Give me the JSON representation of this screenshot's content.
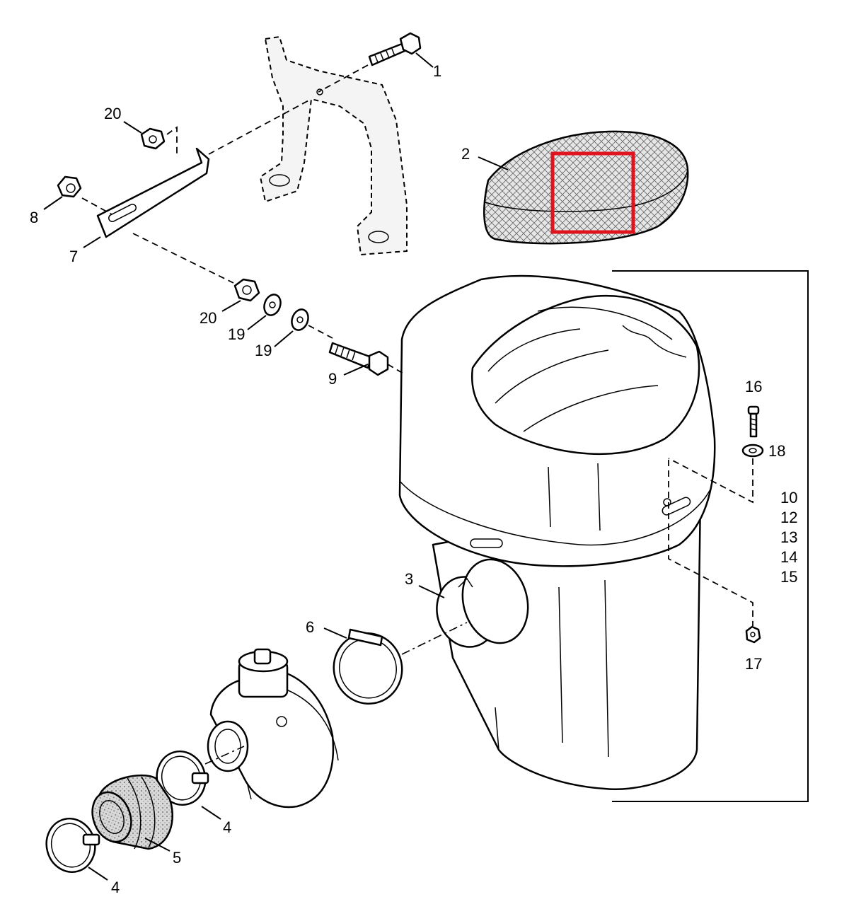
{
  "callouts": {
    "c1": "1",
    "c2": "2",
    "c3": "3",
    "c4a": "4",
    "c4b": "4",
    "c5": "5",
    "c6": "6",
    "c7": "7",
    "c8": "8",
    "c9": "9",
    "c16": "16",
    "c17": "17",
    "c18": "18",
    "c19a": "19",
    "c19b": "19",
    "c20a": "20",
    "c20b": "20"
  },
  "bracket_group": [
    "10",
    "12",
    "13",
    "14",
    "15"
  ],
  "colors": {
    "line": "#000000",
    "highlight": "#e0141e",
    "background": "#ffffff"
  }
}
